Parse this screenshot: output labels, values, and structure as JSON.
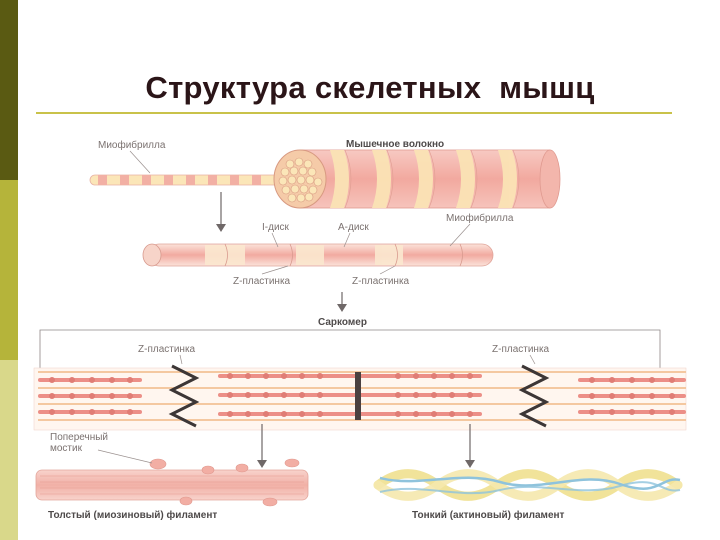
{
  "slide": {
    "title": "Структура скелетных  мышц"
  },
  "diagram": {
    "labels": {
      "myofibril_top": "Миофибрилла",
      "muscle_fiber": "Мышечное волокно",
      "i_disk": "I-диск",
      "a_disk": "А-диск",
      "myofibril_right": "Миофибрилла",
      "z_plate_left": "Z-пластинка",
      "z_plate_right": "Z-пластинка",
      "sarcomere": "Саркомер",
      "z_plate_sarc_left": "Z-пластинка",
      "z_plate_sarc_right": "Z-пластинка",
      "cross_bridge": "Поперечный\nмостик",
      "cross_bridge_line1": "Поперечный",
      "cross_bridge_line2": "мостик",
      "thick_filament": "Толстый (миозиновый) филамент",
      "thin_filament": "Тонкий (актиновый) филамент"
    }
  },
  "colors": {
    "bar_dark": "#5a5a12",
    "bar_mid": "#b5b43a",
    "bar_light": "#d9d88a",
    "rule": "#c9c24a",
    "fiber_pink": "#f3b3ac",
    "fiber_cream": "#fbe6b8",
    "actin_blue": "#8fc3dc",
    "actin_yellow": "#f1e39a"
  }
}
